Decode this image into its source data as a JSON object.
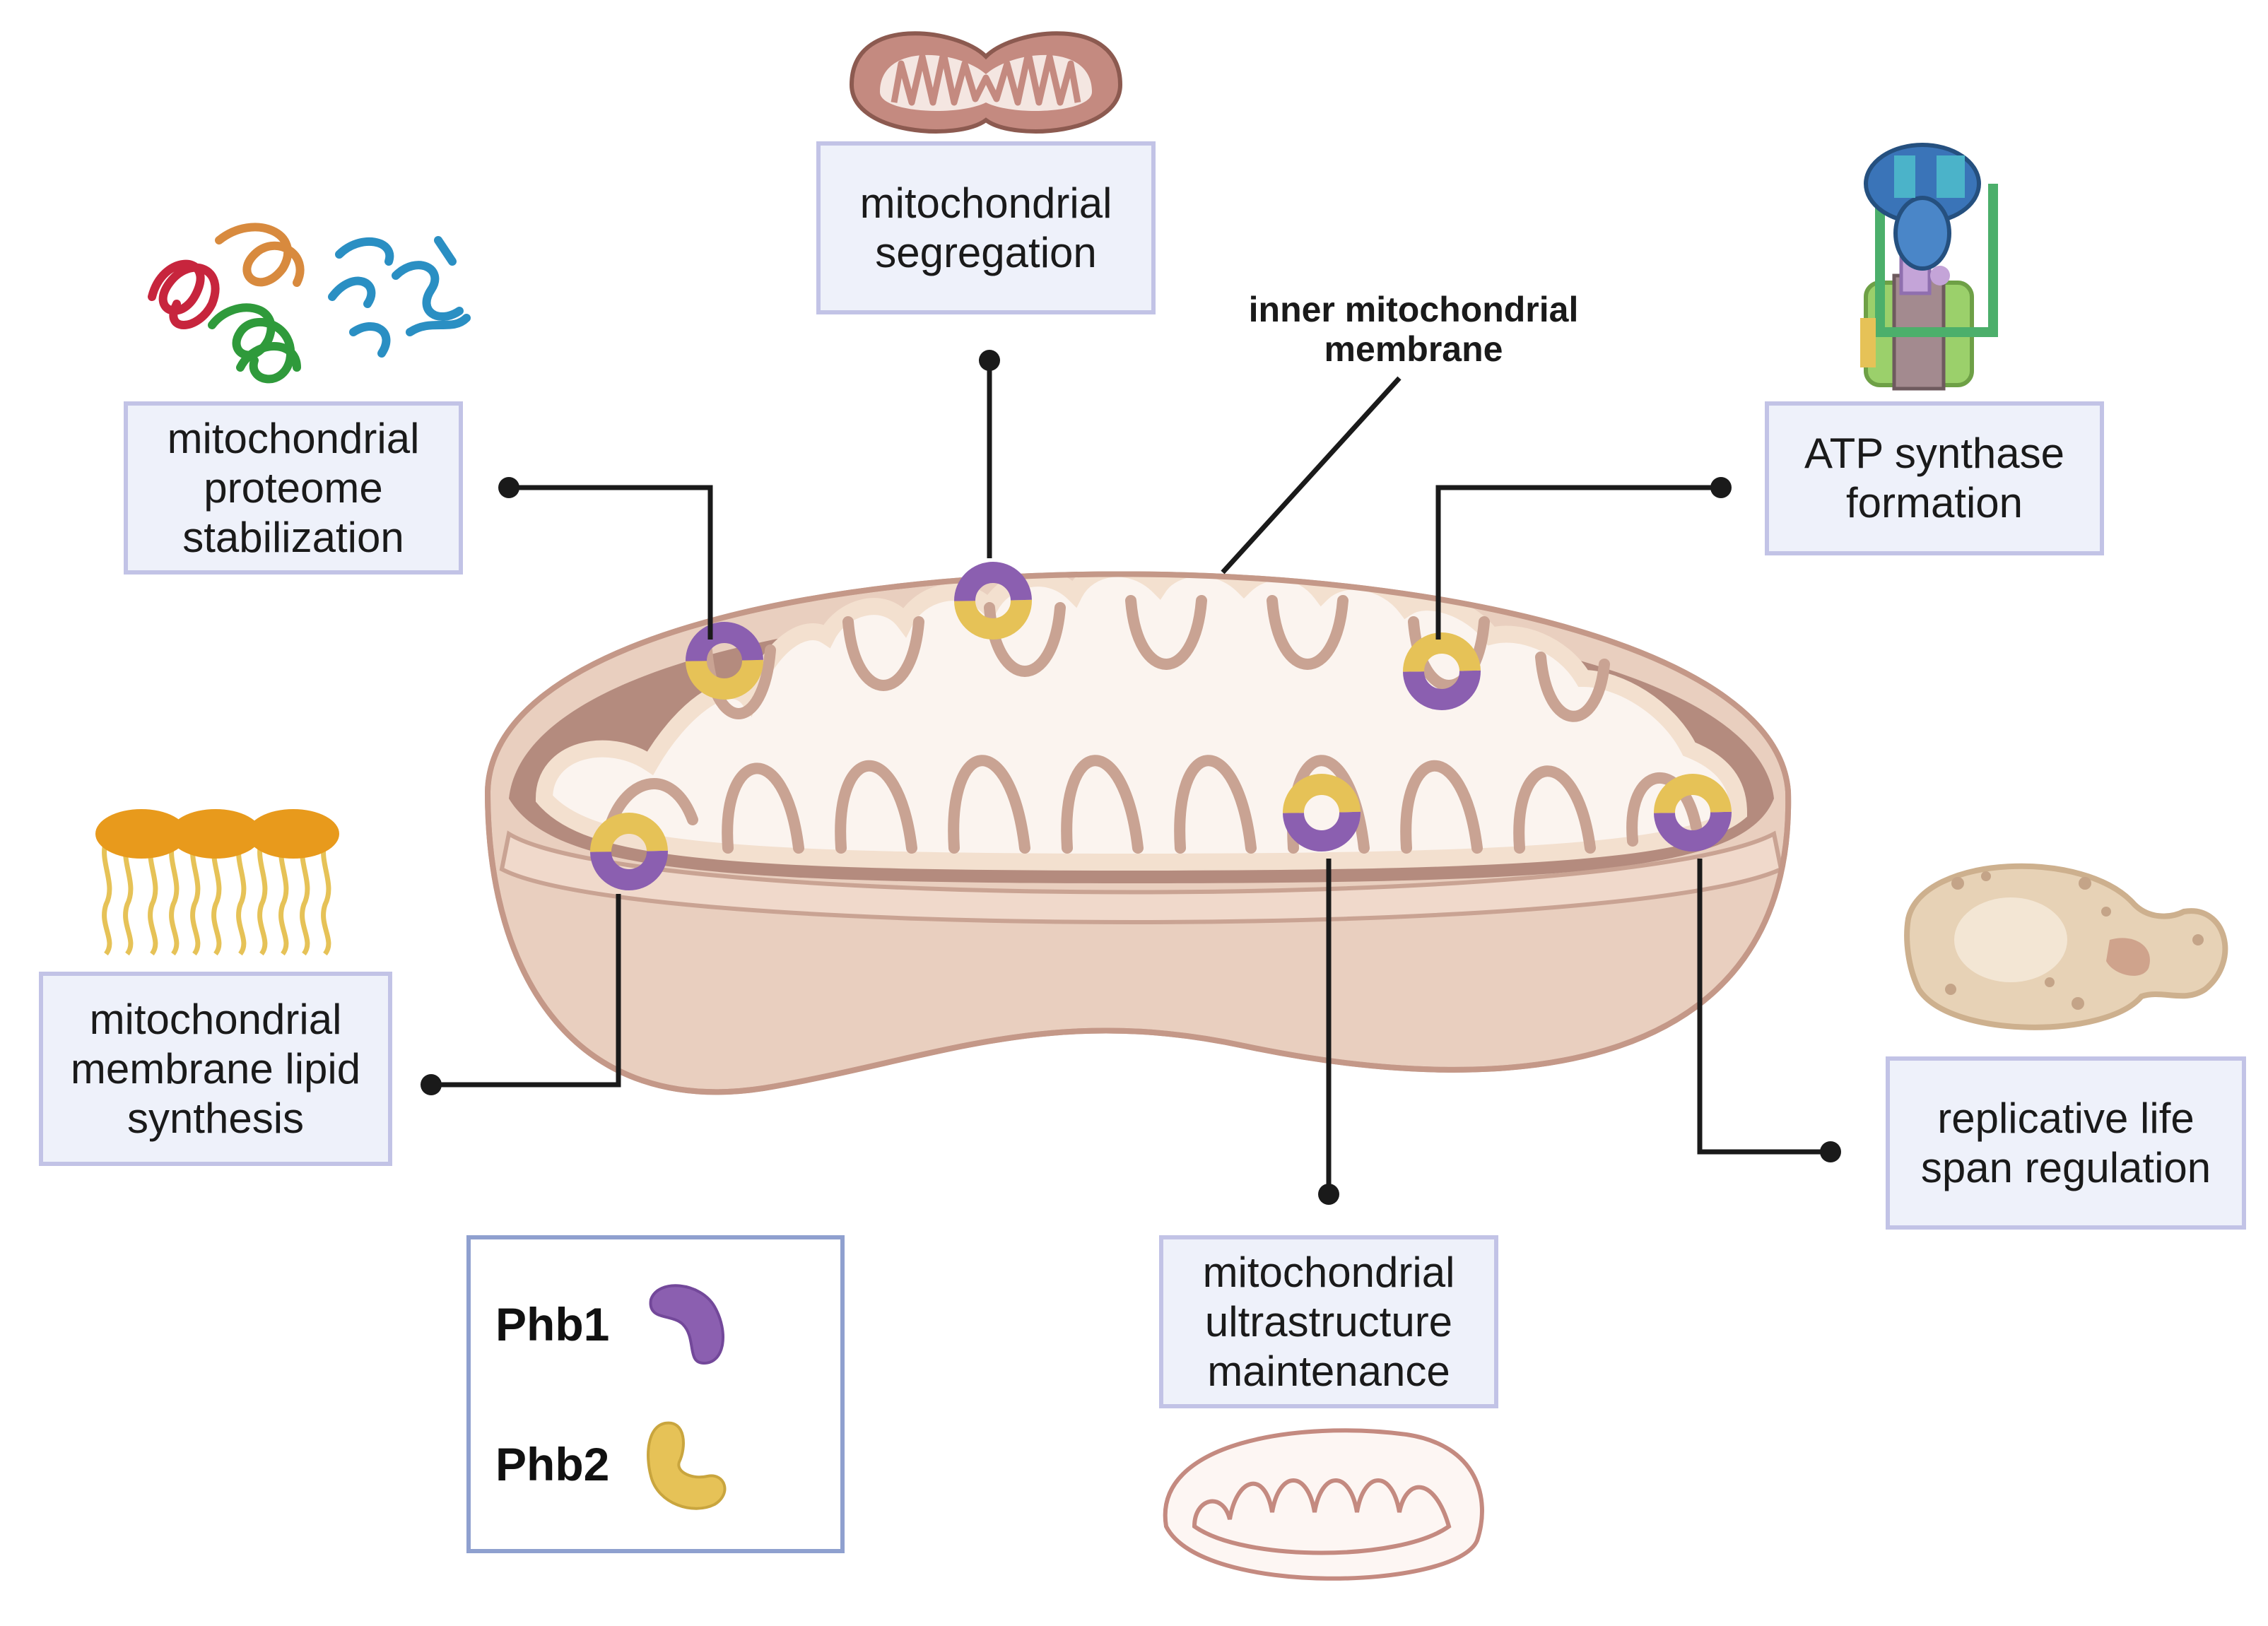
{
  "labels": {
    "segregation": [
      "mitochondrial",
      "segregation"
    ],
    "proteome": [
      "mitochondrial",
      "proteome",
      "stabilization"
    ],
    "atp": [
      "ATP synthase",
      "formation"
    ],
    "lipid": [
      "mitochondrial",
      "membrane lipid",
      "synthesis"
    ],
    "lifespan": [
      "replicative life",
      "span regulation"
    ],
    "ultrastructure": [
      "mitochondrial",
      "ultrastructure",
      "maintenance"
    ]
  },
  "annotation": [
    "inner mitochondrial",
    "membrane"
  ],
  "legend": {
    "phb1": "Phb1",
    "phb2": "Phb2"
  },
  "colors": {
    "phb1": "#8b5fb0",
    "phb2": "#e6c257",
    "box_fill": "#eef1fa",
    "box_border": "#c2c3e6",
    "outer_membrane": "#e9cfbf",
    "intermembrane": "#b48b7e",
    "matrix": "#fbf4ef",
    "connector": "#1a1a1a"
  },
  "icons": [
    "mini-mitochondrion-icon",
    "protein-tangle-icon",
    "atp-synthase-icon",
    "lipid-bilayer-icon",
    "yeast-cell-icon",
    "mitochondrion-outline-icon"
  ]
}
